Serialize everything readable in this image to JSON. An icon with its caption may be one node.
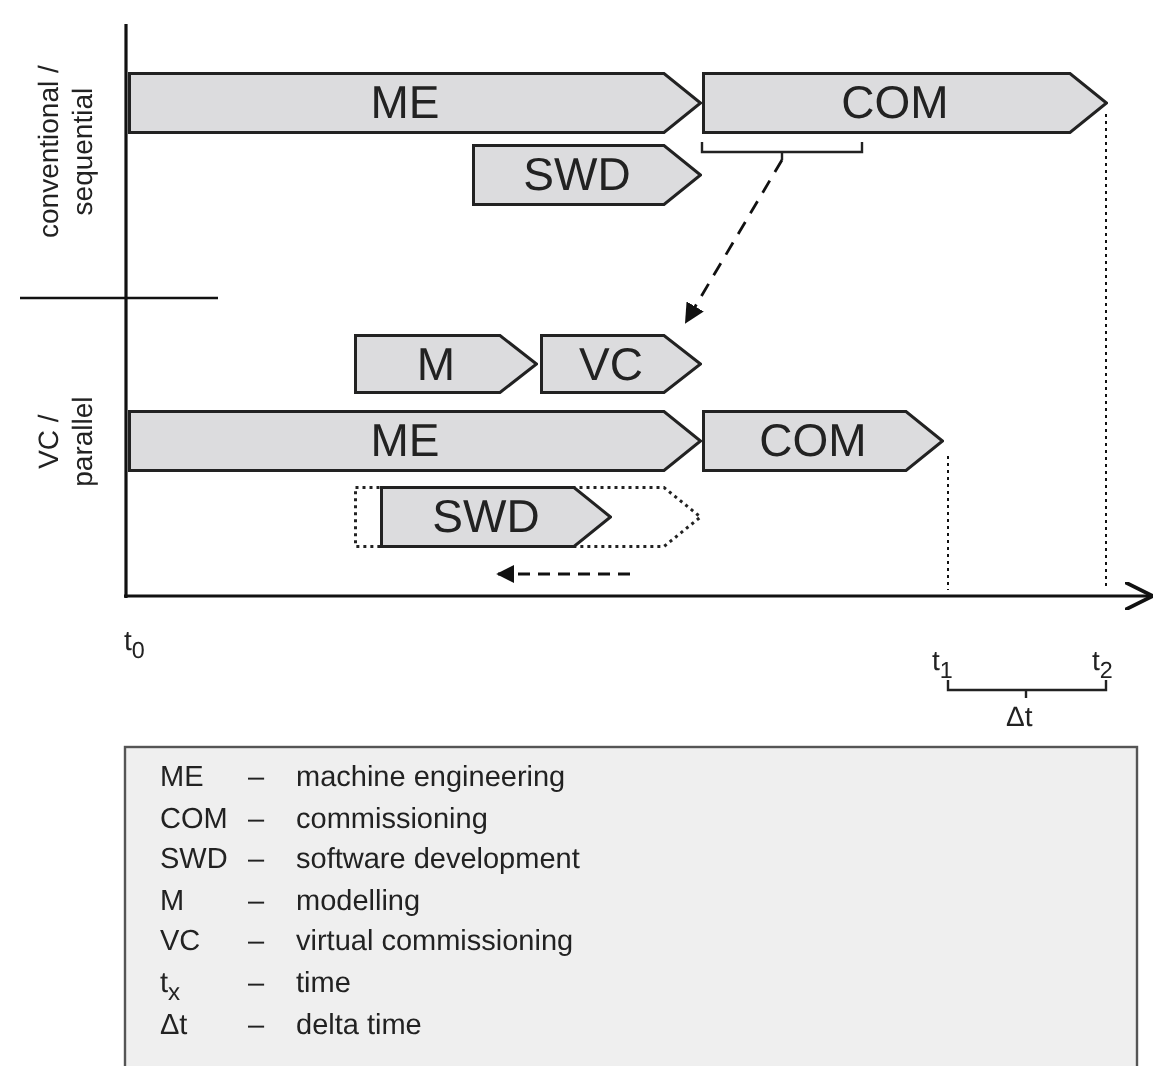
{
  "diagram": {
    "nodes": [
      {
        "text": [
          "ME"
        ]
      },
      {
        "text": [
          "COM"
        ]
      },
      {
        "text": [
          "SWD"
        ]
      },
      {
        "text": [
          "M"
        ]
      },
      {
        "text": [
          "VC"
        ]
      },
      {
        "text": [
          "ME"
        ]
      },
      {
        "text": [
          "COM"
        ]
      },
      {
        "text": [],
        "shape": "box"
      },
      {
        "text": [
          "SWD"
        ],
        "in": 7
      }
    ],
    "edges": [
      {
        "from": 1,
        "to": 4,
        "arrow": "to",
        "style": "dashed"
      }
    ],
    "labels": [
      "conventional / sequential",
      "VC / parallel",
      "t$_{0}$",
      "t$_{1}$",
      "t$_{2}$",
      "Δt",
      "ME",
      "–",
      "machine engineering",
      "COM",
      "–",
      "commissioning",
      "SWD",
      "–",
      "software development",
      "M",
      "–",
      "modelling",
      "VC",
      "–",
      "virtual commissioning",
      "t$_{x}$",
      "–",
      "time",
      "Δt",
      "–",
      "delta time"
    ]
  }
}
